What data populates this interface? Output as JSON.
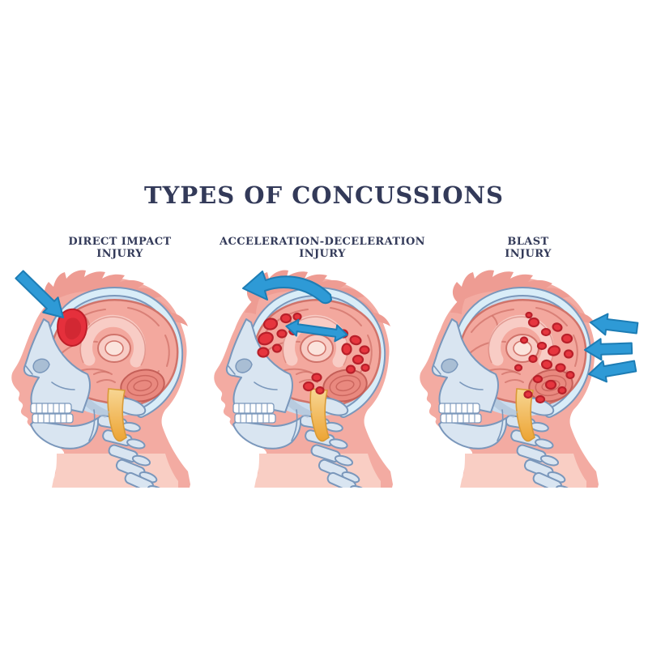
{
  "title": "TYPES OF CONCUSSIONS",
  "panels": [
    {
      "name": "direct-impact",
      "label_lines": [
        "DIRECT IMPACT",
        "INJURY"
      ],
      "icons": [
        "impact-arrow-icon"
      ],
      "marks": [
        "contusion-spot"
      ]
    },
    {
      "name": "acceleration-deceleration",
      "label_lines": [
        "ACCELERATION-DECELERATION",
        "INJURY"
      ],
      "icons": [
        "rotation-arrow-icon",
        "back-and-forth-arrow-icon"
      ],
      "marks": [
        "hemorrhage-spots-front",
        "hemorrhage-spots-back",
        "hemorrhage-spots-brainstem"
      ]
    },
    {
      "name": "blast",
      "label_lines": [
        "BLAST",
        "INJURY"
      ],
      "icons": [
        "blast-arrow-icon",
        "blast-arrow-icon",
        "blast-arrow-icon"
      ],
      "marks": [
        "hemorrhage-spots-posterior"
      ]
    }
  ],
  "colors": {
    "background": "#FFFFFF",
    "navy": "#333A59",
    "skin": "#F3ABA2",
    "skin_light": "#F9CEC4",
    "hair": "#EE9C93",
    "skull_fill": "#D9E5F1",
    "skull_fill2": "#C9DCEE",
    "skull_line": "#7A97BB",
    "skull_shadow": "#A9BED4",
    "rim": "#D9EDF8",
    "brain": "#F3A89E",
    "brain_line": "#D0736A",
    "brain_light": "#F8CCC5",
    "brain_lighter": "#FBE4DD",
    "cerebellum": "#E9897F",
    "cerebellum_line": "#C45F58",
    "stem_top": "#F7D694",
    "stem_bottom": "#EDA433",
    "stem_line": "#D89A37",
    "arrow": "#2E9AD6",
    "arrow_line": "#1D7DB5",
    "spot": "#E6353E",
    "spot_ring": "#B8202A",
    "impact": "#E5303C",
    "impact_dark": "#BF1F29"
  }
}
